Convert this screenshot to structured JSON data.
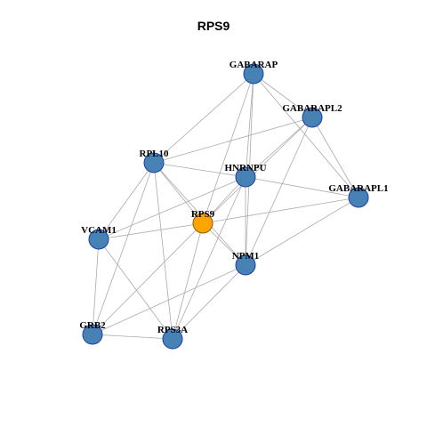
{
  "title": "RPS9",
  "colors": {
    "node_fill": "#4682B4",
    "node_stroke": "#1F3FA8",
    "center_fill": "#FFA500",
    "center_stroke": "#8A5A00",
    "edge": "#AAAAAA"
  },
  "nodes": [
    {
      "id": "GABARAP",
      "label": "GABARAP"
    },
    {
      "id": "GABARAPL2",
      "label": "GABARAPL2"
    },
    {
      "id": "RPL10",
      "label": "RPL10"
    },
    {
      "id": "HNRNPU",
      "label": "HNRNPU"
    },
    {
      "id": "GABARAPL1",
      "label": "GABARAPL1"
    },
    {
      "id": "RPS9",
      "label": "RPS9",
      "center": true
    },
    {
      "id": "VCAM1",
      "label": "VCAM1"
    },
    {
      "id": "NPM1",
      "label": "NPM1"
    },
    {
      "id": "GRB2",
      "label": "GRB2"
    },
    {
      "id": "RPS3A",
      "label": "RPS3A"
    }
  ],
  "edges": [
    [
      "GABARAP",
      "GABARAPL2"
    ],
    [
      "GABARAP",
      "GABARAPL1"
    ],
    [
      "GABARAP",
      "HNRNPU"
    ],
    [
      "GABARAP",
      "RPS9"
    ],
    [
      "GABARAP",
      "NPM1"
    ],
    [
      "GABARAP",
      "RPL10"
    ],
    [
      "GABARAPL2",
      "RPL10"
    ],
    [
      "GABARAPL2",
      "HNRNPU"
    ],
    [
      "GABARAPL2",
      "RPS9"
    ],
    [
      "GABARAPL2",
      "NPM1"
    ],
    [
      "GABARAPL2",
      "GABARAPL1"
    ],
    [
      "RPL10",
      "HNRNPU"
    ],
    [
      "RPL10",
      "RPS9"
    ],
    [
      "RPL10",
      "NPM1"
    ],
    [
      "RPL10",
      "VCAM1"
    ],
    [
      "RPL10",
      "GRB2"
    ],
    [
      "RPL10",
      "RPS3A"
    ],
    [
      "HNRNPU",
      "RPS9"
    ],
    [
      "HNRNPU",
      "NPM1"
    ],
    [
      "HNRNPU",
      "GABARAPL1"
    ],
    [
      "HNRNPU",
      "VCAM1"
    ],
    [
      "HNRNPU",
      "RPS3A"
    ],
    [
      "GABARAPL1",
      "RPS9"
    ],
    [
      "GABARAPL1",
      "NPM1"
    ],
    [
      "RPS9",
      "VCAM1"
    ],
    [
      "RPS9",
      "NPM1"
    ],
    [
      "RPS9",
      "GRB2"
    ],
    [
      "RPS9",
      "RPS3A"
    ],
    [
      "VCAM1",
      "GRB2"
    ],
    [
      "VCAM1",
      "RPS3A"
    ],
    [
      "NPM1",
      "GRB2"
    ],
    [
      "NPM1",
      "RPS3A"
    ],
    [
      "GRB2",
      "RPS3A"
    ]
  ]
}
